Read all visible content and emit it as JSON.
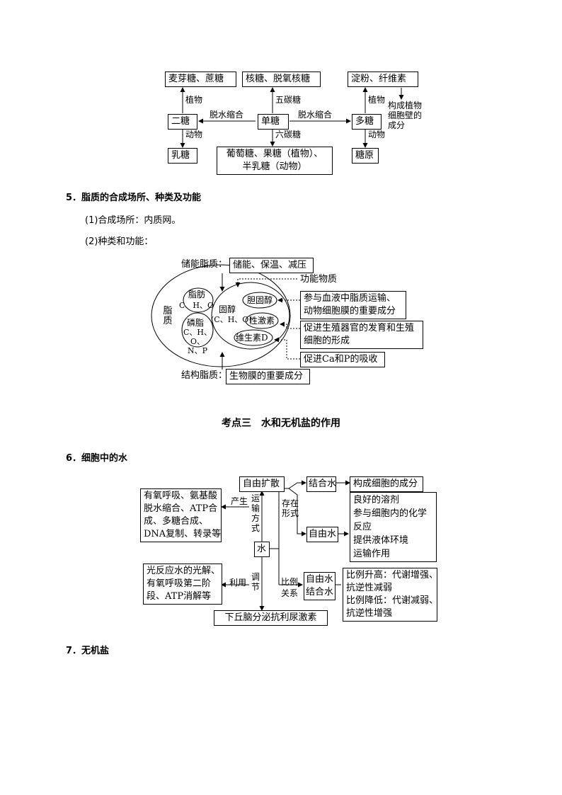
{
  "sugar": {
    "maltose_sucrose": "麦芽糖、蔗糖",
    "ribose_deoxyribose": "核糖、脱氧核糖",
    "starch_cellulose": "淀粉、纤维素",
    "plant_left": "植物",
    "five_carbon": "五碳糖",
    "plant_right": "植物",
    "cell_wall": "构成植物细胞壁的成分",
    "disaccharide": "二糖",
    "dehydration_left": "脱水缩合",
    "monosaccharide": "单糖",
    "dehydration_right": "脱水缩合",
    "polysaccharide": "多糖",
    "animal_left": "动物",
    "six_carbon": "六碳糖",
    "animal_right": "动物",
    "lactose": "乳糖",
    "glucose_line1": "葡萄糖、果糖（植物）、",
    "glucose_line2": "半乳糖（动物）",
    "glycogen": "糖原"
  },
  "section5": {
    "heading": "5．脂质的合成场所、种类及功能",
    "site": "(1)合成场所：内质网。",
    "types": "(2)种类和功能："
  },
  "lipid": {
    "storage_label": "储能脂质：",
    "storage_box": "储能、保温、减压",
    "functional_label": "功能物质",
    "lipid_word": "脂质",
    "fat": "脂肪",
    "fat_elements": "C、H、O",
    "phospholipid": "磷脂",
    "phospholipid_elements": "C、H、O、N、P",
    "sterol": "固醇",
    "sterol_elements": "(C、H、O)",
    "cholesterol": "胆固醇",
    "sex_hormone": "性激素",
    "vitamin_d": "维生素D",
    "cholesterol_func_1": "参与血液中脂质运输、",
    "cholesterol_func_2": "动物细胞膜的重要成分",
    "hormone_func_1": "促进生殖器官的发育和生殖",
    "hormone_func_2": "细胞的形成",
    "vitd_func": "促进Ca和P的吸收",
    "structural_label": "结构脂质：",
    "structural_box": "生物膜的重要成分"
  },
  "section3_title": "考点三　水和无机盐的作用",
  "section6": {
    "heading": "6．细胞中的水"
  },
  "water": {
    "free_diffusion": "自由扩散",
    "bound_water": "结合水",
    "cell_component": "构成细胞的成分",
    "produce_1": "有氧呼吸、氨基酸",
    "produce_2": "脱水缩合、ATP合",
    "produce_3": "成、多糖合成、",
    "produce_4": "DNA复制、转录等",
    "produce_label": "产生",
    "transport_label": "运输方式",
    "exist_label": "存在形式",
    "free_water": "自由水",
    "free_func_1": "良好的溶剂",
    "free_func_2": "参与细胞内的化学",
    "free_func_3": "反应",
    "free_func_4": "提供液体环境",
    "free_func_5": "运输作用",
    "water": "水",
    "use_1": "光反应水的光解、",
    "use_2": "有氧呼吸第二阶",
    "use_3": "段、ATP消解等",
    "use_label": "利用",
    "regulate_label": "调节",
    "ratio_label_1": "比例",
    "ratio_label_2": "关系",
    "ratio_free": "自由水",
    "ratio_bound": "结合水",
    "ratio_1": "比例升高：代谢增强、",
    "ratio_2": "抗逆性减弱",
    "ratio_3": "比例降低：代谢减弱、",
    "ratio_4": "抗逆性增强",
    "adh": "下丘脑分泌抗利尿激素"
  },
  "section7": {
    "heading": "7．无机盐"
  }
}
